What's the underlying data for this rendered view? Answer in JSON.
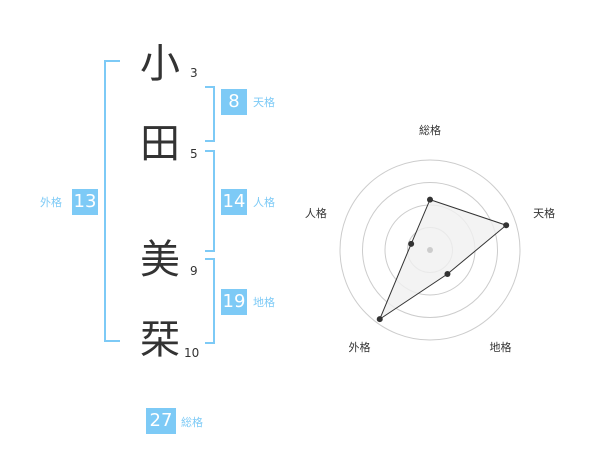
{
  "name": {
    "chars": [
      {
        "char": "小",
        "strokes": "3"
      },
      {
        "char": "田",
        "strokes": "5"
      },
      {
        "char": "美",
        "strokes": "9"
      },
      {
        "char": "栞",
        "strokes": "10"
      }
    ]
  },
  "fortune": {
    "tenkaku": {
      "label": "天格",
      "value": "8"
    },
    "jinkaku": {
      "label": "人格",
      "value": "14"
    },
    "chikaku": {
      "label": "地格",
      "value": "19"
    },
    "gaikaku": {
      "label": "外格",
      "value": "13"
    },
    "soukaku": {
      "label": "総格",
      "value": "27"
    }
  },
  "radar": {
    "axes": [
      {
        "label": "総格",
        "score": 0.56
      },
      {
        "label": "天格",
        "score": 0.89
      },
      {
        "label": "地格",
        "score": 0.33
      },
      {
        "label": "外格",
        "score": 0.95
      },
      {
        "label": "人格",
        "score": 0.22
      }
    ],
    "rings": 4,
    "colors": {
      "fill": "#f0f0f0",
      "stroke": "#333333",
      "grid": "#cccccc",
      "center": "#cccccc"
    }
  }
}
